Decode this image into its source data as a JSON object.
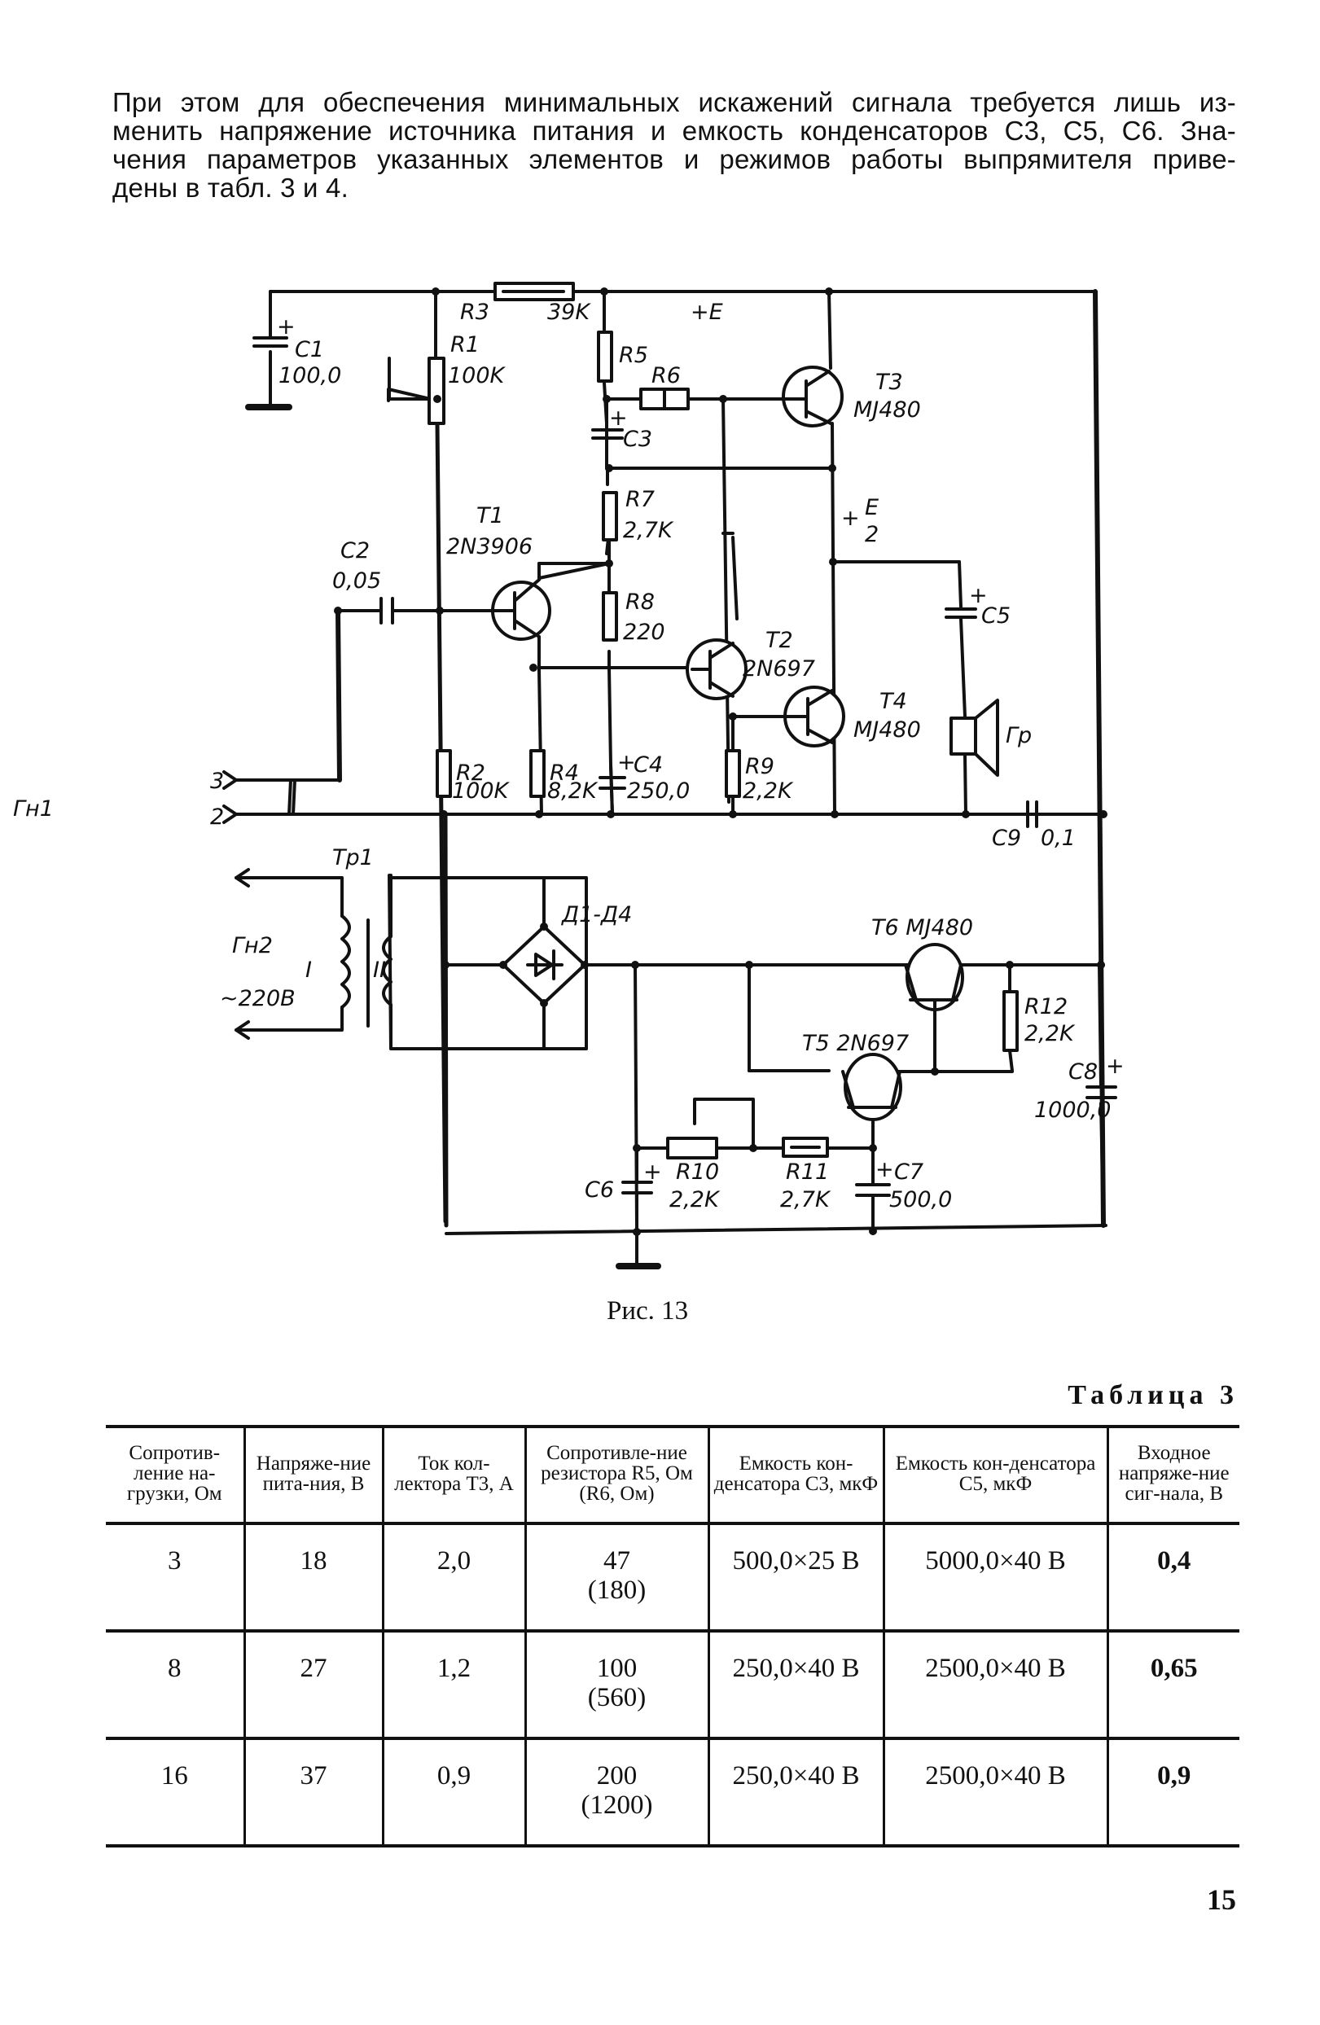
{
  "paragraph": {
    "lines": [
      "При этом для обеспечения минимальных искажений сигнала требуется лишь из-",
      "менить напряжение источника питания и емкость конденсаторов С3, С5, С6. Зна-",
      "чения параметров указанных элементов и режимов работы выпрямителя приве-",
      "дены в табл. 3 и 4."
    ]
  },
  "schematic": {
    "labels": {
      "c1": "C1",
      "c1_val": "100,0",
      "r1": "R1",
      "r1_val": "100K",
      "r3": "R3",
      "r3_val": "39K",
      "plus_e": "+E",
      "r5": "R5",
      "r6": "R6",
      "c3": "C3",
      "t3": "T3",
      "t3_type": "MJ480",
      "r7": "R7",
      "r7_val": "2,7K",
      "half_e_num": "E",
      "half_e_den": "2",
      "half_e_plus": "+",
      "t1": "T1",
      "t1_type": "2N3906",
      "c2": "C2",
      "c2_val": "0,05",
      "r8": "R8",
      "r8_val": "220",
      "t2": "T2",
      "t2_type": "2N697",
      "c5": "C5",
      "t4": "T4",
      "t4_type": "MJ480",
      "speaker": "Гр",
      "jack1": "Гн1",
      "pin3": "3",
      "pin2": "2",
      "r2": "R2",
      "r2_val": "100K",
      "r4": "R4",
      "r4_val": "8,2K",
      "c4": "C4",
      "c4_val": "250,0",
      "r9": "R9",
      "r9_val": "2,2K",
      "c9": "C9",
      "c9_val": "0,1",
      "tr1": "Тр1",
      "jack2": "Гн2",
      "mains": "~220В",
      "winding1": "I",
      "winding2": "II",
      "diodes": "Д1-Д4",
      "t6": "T6 MJ480",
      "r12": "R12",
      "r12_val": "2,2K",
      "t5": "T5 2N697",
      "c8": "C8",
      "c8_val": "1000,0",
      "c6": "C6",
      "r10": "R10",
      "r10_val": "2,2K",
      "r11": "R11",
      "r11_val": "2,7K",
      "c7": "C7",
      "c7_val": "500,0",
      "plus": "+"
    }
  },
  "figure_caption": "Рис. 13",
  "table": {
    "title": "Таблица 3",
    "headers": [
      "Сопротив-ление на-грузки, Ом",
      "Напряже-ние пита-ния, В",
      "Ток кол-лектора T3, А",
      "Сопротивле-ние резистора R5, Ом (R6, Ом)",
      "Емкость кон-денсатора C3, мкФ",
      "Емкость кон-денсатора C5, мкФ",
      "Входное напряже-ние сиг-нала, В"
    ],
    "rows": [
      [
        "3",
        "18",
        "2,0",
        "47",
        "(180)",
        "500,0×25 В",
        "5000,0×40 В",
        "0,4"
      ],
      [
        "8",
        "27",
        "1,2",
        "100",
        "(560)",
        "250,0×40 В",
        "2500,0×40 В",
        "0,65"
      ],
      [
        "16",
        "37",
        "0,9",
        "200",
        "(1200)",
        "250,0×40 В",
        "2500,0×40 В",
        "0,9"
      ]
    ]
  },
  "page_number": "15"
}
